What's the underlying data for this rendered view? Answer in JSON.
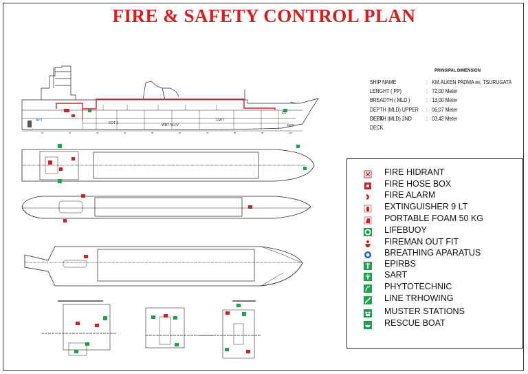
{
  "title": "FIRE & SAFETY CONTROL PLAN",
  "principal_dimension": {
    "heading": "PRINSIPAL DIMENSION",
    "rows": [
      {
        "label": "SHIP NAME",
        "value": "KM.ALKEN PADMA ex. TSURUGATA"
      },
      {
        "label": "LENGHT  ( PP)",
        "value": "72,00 Meter"
      },
      {
        "label": "BREADTH ( MLD )",
        "value": "13,00 Meter"
      },
      {
        "label": "DEPTH (MLD) UPPER DECK",
        "value": "06,07 Meter"
      },
      {
        "label": "DEPTH (MLD) 2ND DECK",
        "value": "03,42 Meter"
      }
    ]
  },
  "profile_labels": {
    "apt": "APT",
    "fot": "FOT 1",
    "wbt": "WBT No.IV",
    "fwt": "FWT",
    "fpt": "FPT",
    "cl": "CL"
  },
  "legend": {
    "items": [
      {
        "icon": "fire-hydrant-icon",
        "label": "FIRE HIDRANT",
        "color": "#d32020"
      },
      {
        "icon": "fire-hose-box-icon",
        "label": "FIRE HOSE BOX",
        "color": "#d32020"
      },
      {
        "icon": "fire-alarm-icon",
        "label": "FIRE ALARM",
        "color": "#d32020"
      },
      {
        "icon": "extinguisher-icon",
        "label": "EXTINGUISHER 9 LT",
        "color": "#d32020"
      },
      {
        "icon": "portable-foam-icon",
        "label": "PORTABLE FOAM 50 KG",
        "color": "#d32020"
      },
      {
        "icon": "lifebuoy-icon",
        "label": "LIFEBUOY",
        "color": "#1aa34a"
      },
      {
        "icon": "fireman-outfit-icon",
        "label": "FIREMAN OUT FIT",
        "color": "#d32020"
      },
      {
        "icon": "breathing-apparatus-icon",
        "label": "BREATHING APARATUS",
        "color": "#1f5fbf"
      },
      {
        "icon": "epirbs-icon",
        "label": "EPIRBS",
        "color": "#1aa34a"
      },
      {
        "icon": "sart-icon",
        "label": "SART",
        "color": "#1aa34a"
      },
      {
        "icon": "phytotechnic-icon",
        "label": "PHYTOTECHNIC",
        "color": "#1aa34a"
      },
      {
        "icon": "line-throwing-icon",
        "label": "LINE TRHOWING",
        "color": "#1aa34a"
      },
      {
        "icon": "muster-stations-icon",
        "label": "MUSTER STATIONS",
        "color": "#1aa34a"
      },
      {
        "icon": "rescue-boat-icon",
        "label": "RESCUE BOAT",
        "color": "#1aa34a"
      }
    ]
  },
  "colors": {
    "title": "#e01a1a",
    "safety_green": "#1aa34a",
    "fire_red": "#d32020",
    "line": "#222222"
  }
}
